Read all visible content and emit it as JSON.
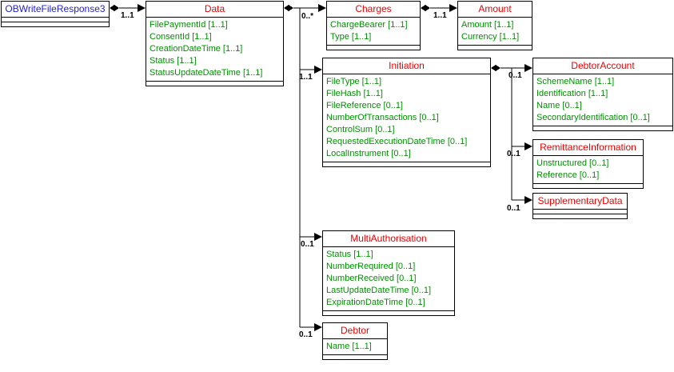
{
  "palette": {
    "class_title": "#ee0000",
    "attribute_text": "#009000",
    "root_title": "#2222cc",
    "connector": "#000000",
    "background": "#ffffff"
  },
  "classes": [
    {
      "name": "OBWriteFileResponse3",
      "attributes": []
    },
    {
      "name": "Data",
      "attributes": [
        "FilePaymentId [1..1]",
        "ConsentId [1..1]",
        "CreationDateTime [1..1]",
        "Status [1..1]",
        "StatusUpdateDateTime [1..1]"
      ]
    },
    {
      "name": "Charges",
      "attributes": [
        "ChargeBearer [1..1]",
        "Type [1..1]"
      ]
    },
    {
      "name": "Amount",
      "attributes": [
        "Amount [1..1]",
        "Currency [1..1]"
      ]
    },
    {
      "name": "Initiation",
      "attributes": [
        "FileType [1..1]",
        "FileHash [1..1]",
        "FileReference [0..1]",
        "NumberOfTransactions [0..1]",
        "ControlSum [0..1]",
        "RequestedExecutionDateTime [0..1]",
        "LocalInstrument [0..1]"
      ]
    },
    {
      "name": "DebtorAccount",
      "attributes": [
        "SchemeName [1..1]",
        "Identification [1..1]",
        "Name [0..1]",
        "SecondaryIdentification [0..1]"
      ]
    },
    {
      "name": "RemittanceInformation",
      "attributes": [
        "Unstructured [0..1]",
        "Reference [0..1]"
      ]
    },
    {
      "name": "SupplementaryData",
      "attributes": []
    },
    {
      "name": "MultiAuthorisation",
      "attributes": [
        "Status [1..1]",
        "NumberRequired [0..1]",
        "NumberReceived [0..1]",
        "LastUpdateDateTime [0..1]",
        "ExpirationDateTime [0..1]"
      ]
    },
    {
      "name": "Debtor",
      "attributes": [
        "Name [1..1]"
      ]
    }
  ],
  "connectors": [
    {
      "from": "OBWriteFileResponse3",
      "to": "Data",
      "label": "1..1"
    },
    {
      "from": "Data",
      "to": "Charges",
      "label": "0..*"
    },
    {
      "from": "Data",
      "to": "Initiation",
      "label": "1..1"
    },
    {
      "from": "Data",
      "to": "MultiAuthorisation",
      "label": "0..1"
    },
    {
      "from": "Data",
      "to": "Debtor",
      "label": "0..1"
    },
    {
      "from": "Charges",
      "to": "Amount",
      "label": "1..1"
    },
    {
      "from": "Initiation",
      "to": "DebtorAccount",
      "label": "0..1"
    },
    {
      "from": "Initiation",
      "to": "RemittanceInformation",
      "label": "0..1"
    },
    {
      "from": "Initiation",
      "to": "SupplementaryData",
      "label": "0..1"
    }
  ]
}
